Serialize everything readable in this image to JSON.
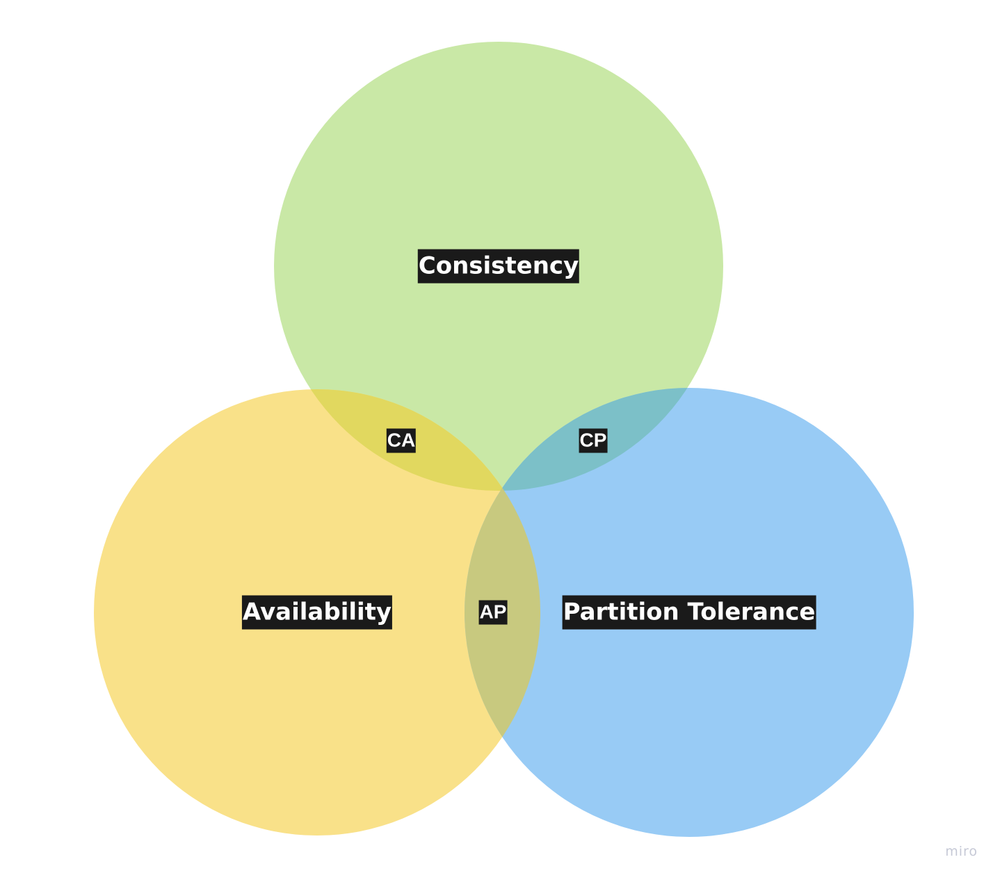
{
  "diagram": {
    "type": "venn",
    "sets": [
      {
        "id": "consistency",
        "label": "Consistency",
        "color": "#c9e8a6"
      },
      {
        "id": "availability",
        "label": "Availability",
        "color": "#f9e189"
      },
      {
        "id": "partition",
        "label": "Partition Tolerance",
        "color": "#98cbf5"
      }
    ],
    "overlap_colors": {
      "consistency_availability": "#e1d85f",
      "consistency_partition": "#7cc0c8",
      "availability_partition": "#c8c97f"
    },
    "intersections": [
      {
        "id": "ca",
        "label": "CA"
      },
      {
        "id": "cp",
        "label": "CP"
      },
      {
        "id": "ap",
        "label": "AP"
      }
    ]
  },
  "watermark": "miro"
}
